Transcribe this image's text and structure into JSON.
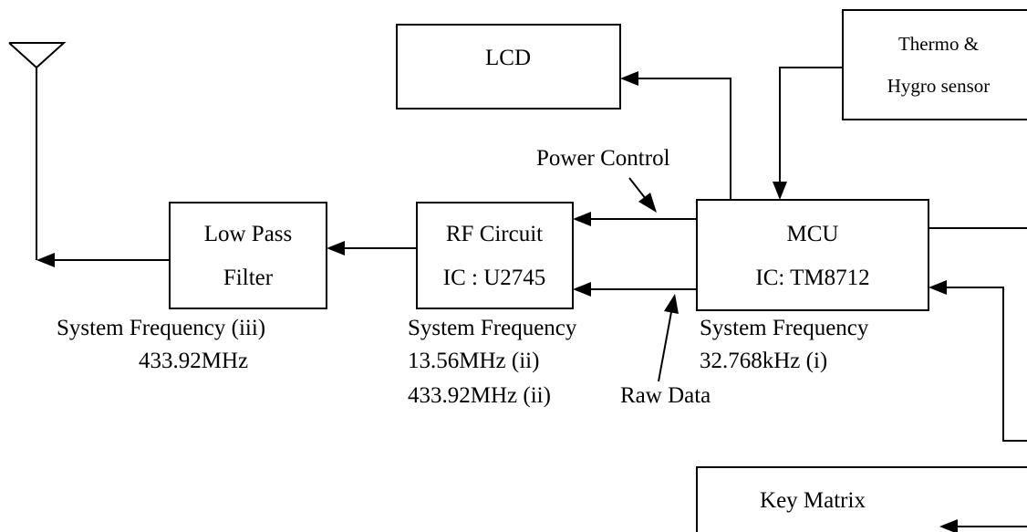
{
  "blocks": {
    "lcd": {
      "label": "LCD"
    },
    "sensor": {
      "line1": "Thermo &",
      "line2": "Hygro sensor"
    },
    "lpf": {
      "line1": "Low Pass",
      "line2": "Filter"
    },
    "rf": {
      "line1": "RF Circuit",
      "line2": "IC : U2745"
    },
    "mcu": {
      "line1": "MCU",
      "line2": "IC: TM8712"
    },
    "keys": {
      "label": "Key Matrix"
    }
  },
  "signals": {
    "power": "Power Control",
    "raw": "Raw Data"
  },
  "notes": {
    "lpf": {
      "line1": "System Frequency (iii)",
      "line2": "433.92MHz"
    },
    "rf": {
      "line1": "System Frequency",
      "line2": "13.56MHz (ii)",
      "line3": "433.92MHz (ii)"
    },
    "mcu": {
      "line1": "System Frequency",
      "line2": "32.768kHz (i)"
    }
  }
}
